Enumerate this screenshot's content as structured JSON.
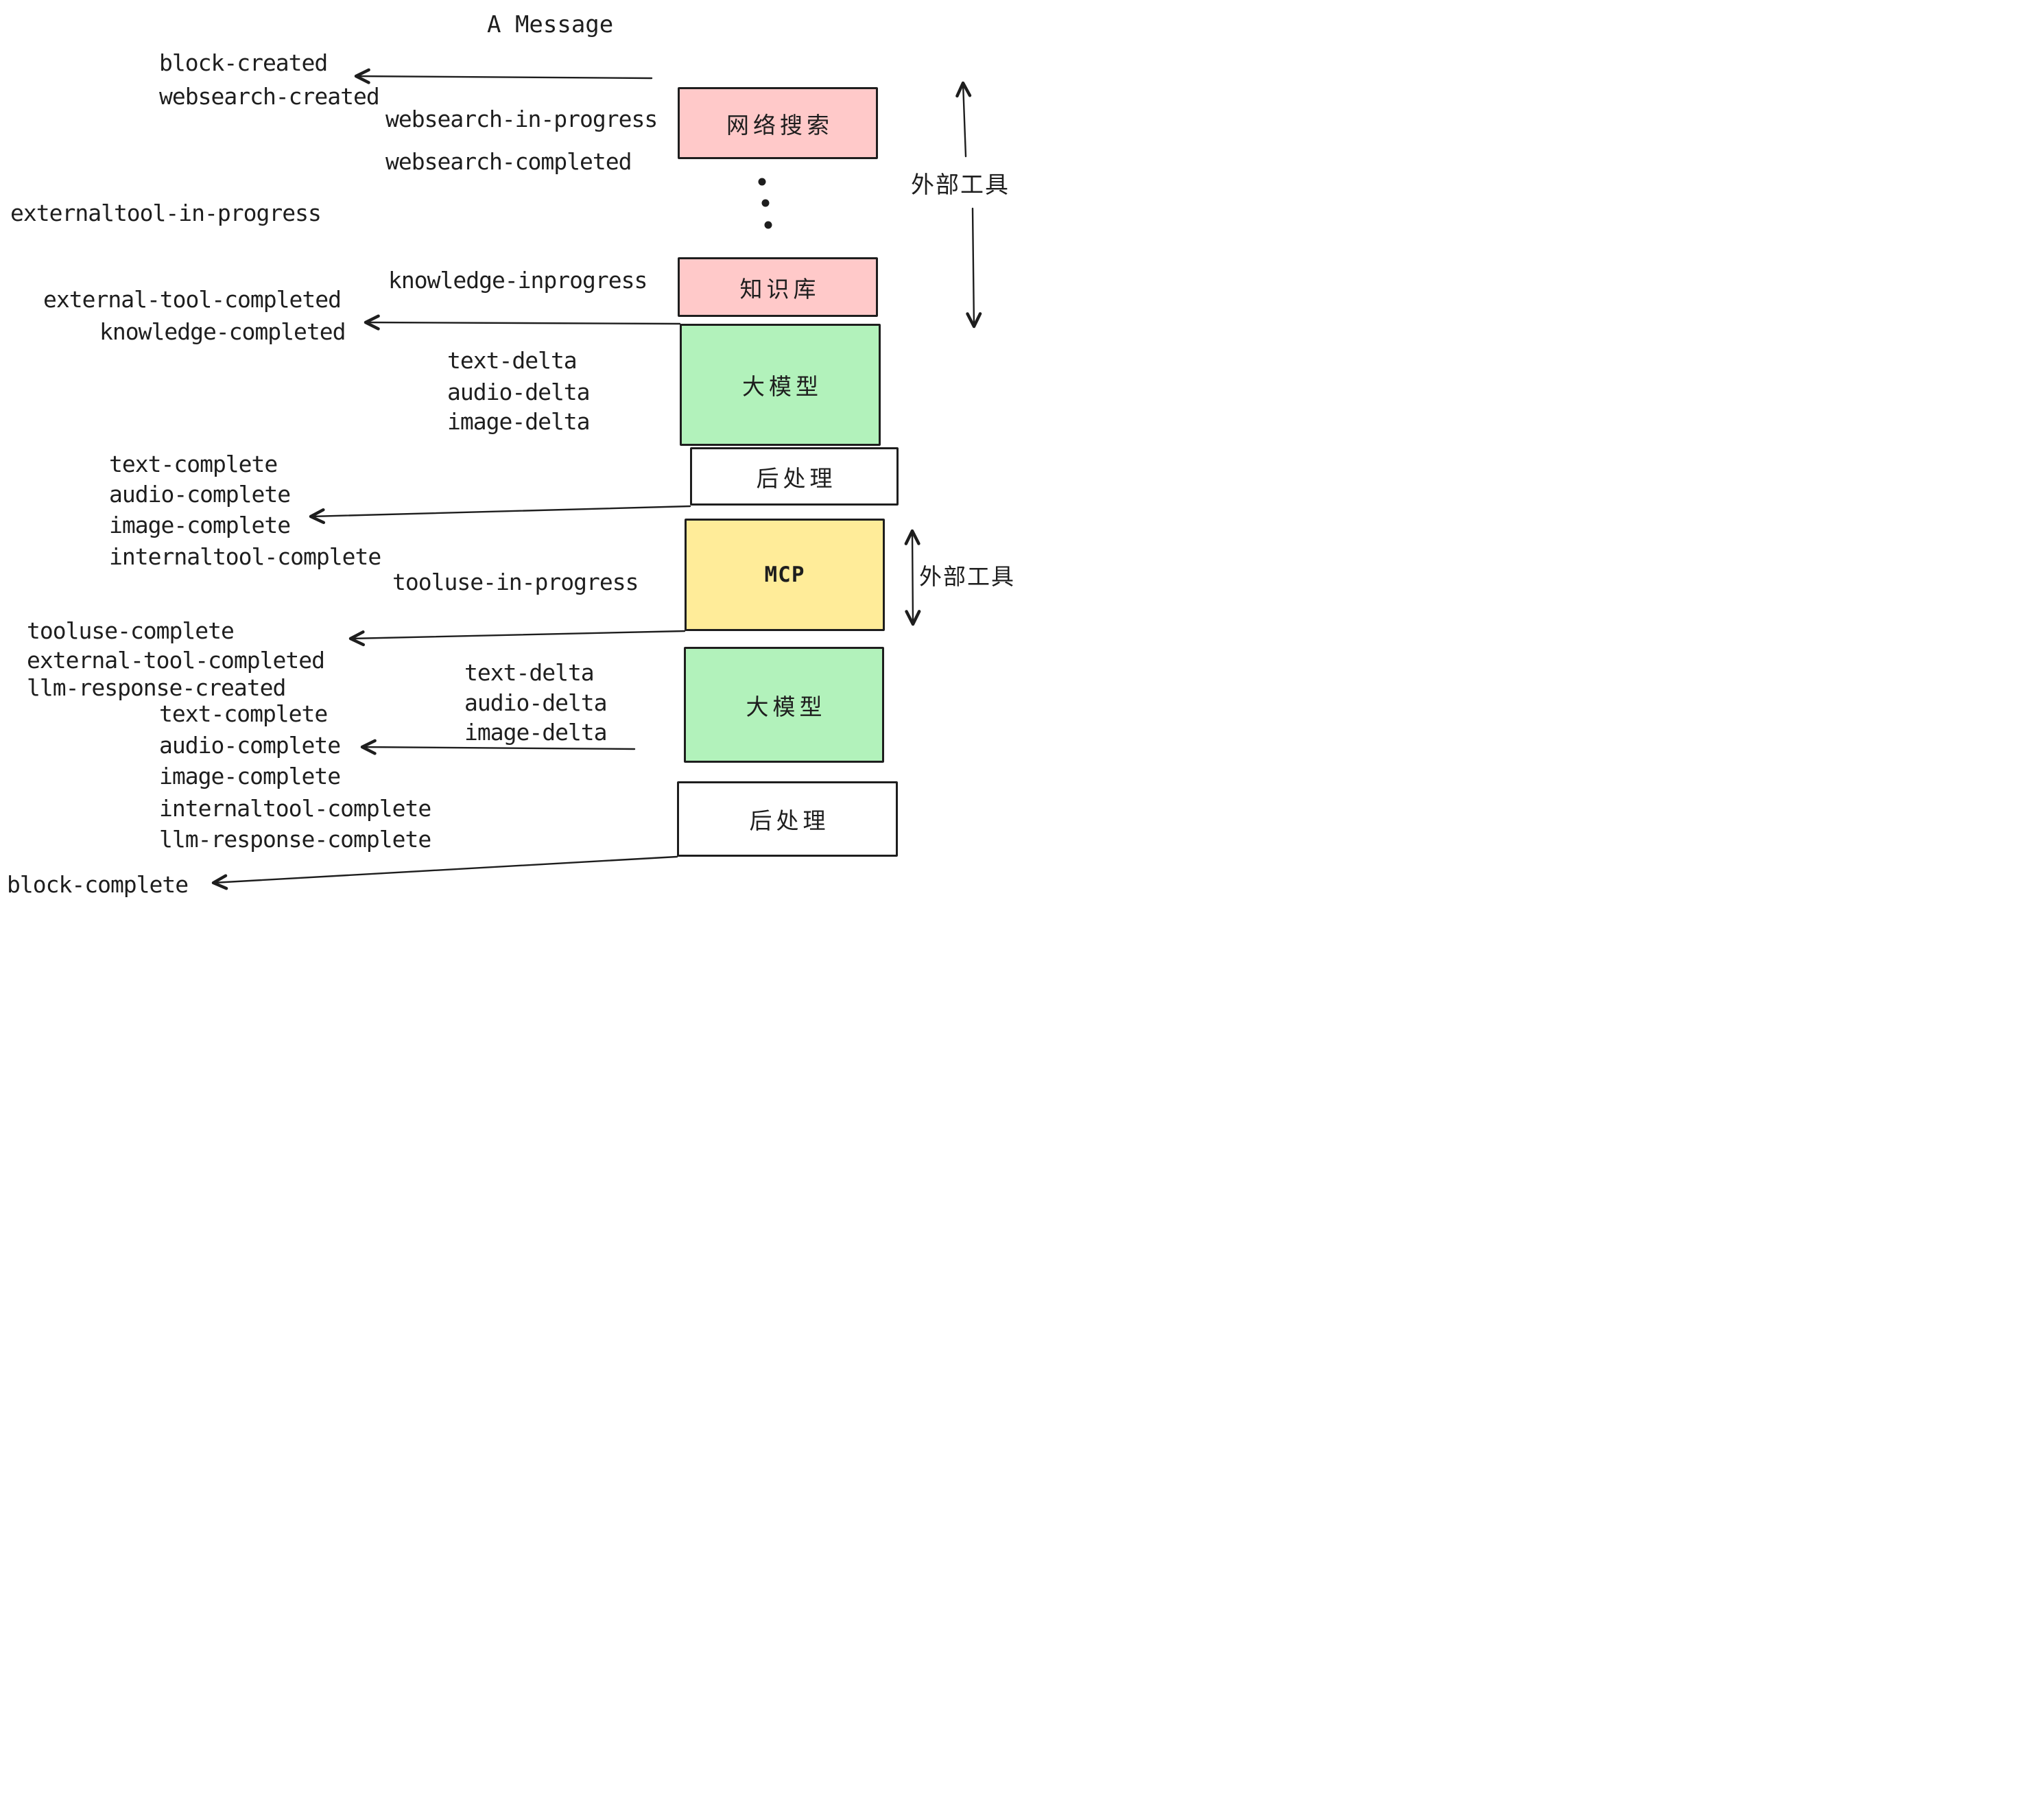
{
  "title": "A Message",
  "colors": {
    "stroke": "#1e1e1e",
    "pink": "#ffc9c9",
    "green": "#b2f2bb",
    "yellow": "#ffec99",
    "white": "#ffffff"
  },
  "boxes": [
    {
      "id": "websearch",
      "label": "网络搜索",
      "color": "#ffc9c9"
    },
    {
      "id": "knowledge",
      "label": "知识库",
      "color": "#ffc9c9"
    },
    {
      "id": "llm-1",
      "label": "大模型",
      "color": "#b2f2bb"
    },
    {
      "id": "post-1",
      "label": "后处理",
      "color": "#ffffff"
    },
    {
      "id": "mcp",
      "label": "MCP",
      "color": "#ffec99"
    },
    {
      "id": "llm-2",
      "label": "大模型",
      "color": "#b2f2bb"
    },
    {
      "id": "post-2",
      "label": "后处理",
      "color": "#ffffff"
    }
  ],
  "annotations": {
    "external_tools_top": "外部工具",
    "external_tools_mcp": "外部工具"
  },
  "events": [
    {
      "id": "block-created",
      "text": "block-created"
    },
    {
      "id": "websearch-created",
      "text": "websearch-created"
    },
    {
      "id": "websearch-in-progress",
      "text": "websearch-in-progress"
    },
    {
      "id": "websearch-completed",
      "text": "websearch-completed"
    },
    {
      "id": "externaltool-in-progress",
      "text": "externaltool-in-progress"
    },
    {
      "id": "knowledge-inprogress",
      "text": "knowledge-inprogress"
    },
    {
      "id": "external-tool-completed",
      "text": "external-tool-completed"
    },
    {
      "id": "knowledge-completed",
      "text": "knowledge-completed"
    },
    {
      "id": "text-delta-1",
      "text": "text-delta"
    },
    {
      "id": "audio-delta-1",
      "text": "audio-delta"
    },
    {
      "id": "image-delta-1",
      "text": "image-delta"
    },
    {
      "id": "text-complete-1",
      "text": "text-complete"
    },
    {
      "id": "audio-complete-1",
      "text": "audio-complete"
    },
    {
      "id": "image-complete-1",
      "text": "image-complete"
    },
    {
      "id": "internaltool-complete-1",
      "text": "internaltool-complete"
    },
    {
      "id": "tooluse-in-progress",
      "text": "tooluse-in-progress"
    },
    {
      "id": "tooluse-complete",
      "text": "tooluse-complete"
    },
    {
      "id": "external-tool-completed-2",
      "text": "external-tool-completed"
    },
    {
      "id": "llm-response-created",
      "text": "llm-response-created"
    },
    {
      "id": "text-delta-2",
      "text": "text-delta"
    },
    {
      "id": "audio-delta-2",
      "text": "audio-delta"
    },
    {
      "id": "image-delta-2",
      "text": "image-delta"
    },
    {
      "id": "text-complete-2",
      "text": "text-complete"
    },
    {
      "id": "audio-complete-2",
      "text": "audio-complete"
    },
    {
      "id": "image-complete-2",
      "text": "image-complete"
    },
    {
      "id": "internaltool-complete-2",
      "text": "internaltool-complete"
    },
    {
      "id": "llm-response-complete",
      "text": "llm-response-complete"
    },
    {
      "id": "block-complete",
      "text": "block-complete"
    }
  ]
}
